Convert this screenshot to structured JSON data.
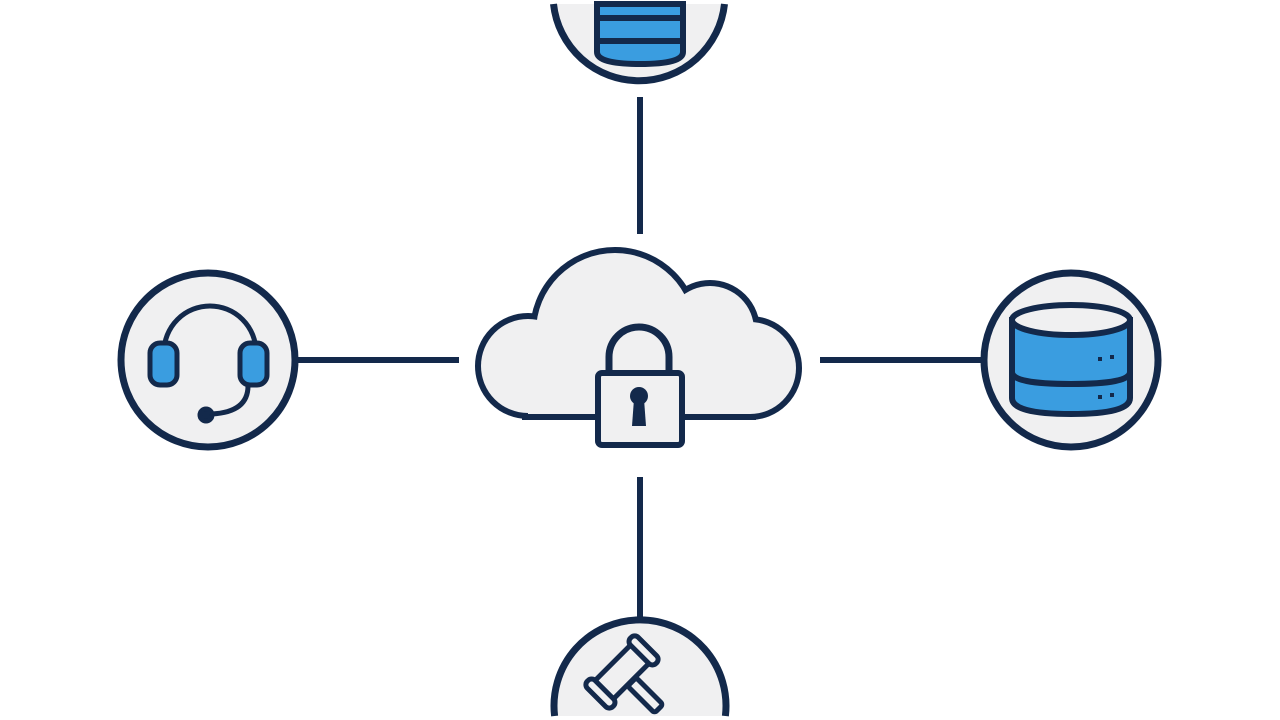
{
  "diagram": {
    "center_node": {
      "icon": "cloud-lock-icon"
    },
    "nodes": [
      {
        "position": "top",
        "icon": "database-icon"
      },
      {
        "position": "left",
        "icon": "headset-icon"
      },
      {
        "position": "right",
        "icon": "database-server-icon"
      },
      {
        "position": "bottom",
        "icon": "gavel-icon"
      }
    ],
    "colors": {
      "outline": "#13294b",
      "accent": "#3a9de0",
      "fill": "#f0f0f1",
      "background": "#ffffff"
    }
  }
}
